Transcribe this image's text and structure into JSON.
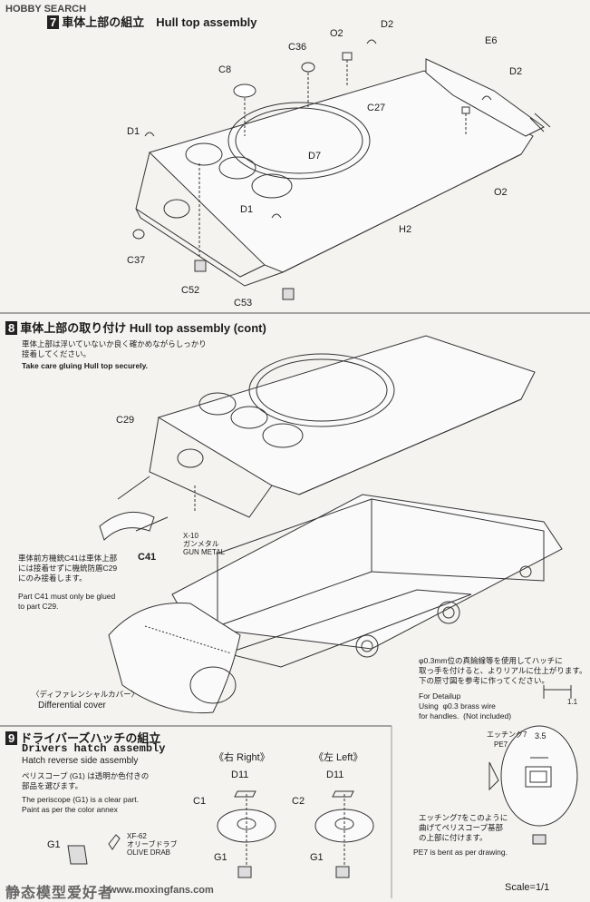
{
  "header": {
    "brand": "HOBBY SEARCH"
  },
  "step7": {
    "number": "7",
    "title": "車体上部の組立　Hull top assembly",
    "parts": {
      "C36": "C36",
      "O2a": "O2",
      "D2a": "D2",
      "E6": "E6",
      "C8": "C8",
      "D2b": "D2",
      "C27": "C27",
      "D1a": "D1",
      "D7": "D7",
      "O2b": "O2",
      "D1b": "D1",
      "H2": "H2",
      "C37": "C37",
      "C52": "C52",
      "C53": "C53"
    }
  },
  "step8": {
    "number": "8",
    "title": "車体上部の取り付け  Hull top assembly (cont)",
    "note_jp": "車体上部は浮いていないか良く確かめながらしっかり\n接着してください。",
    "note_en": "Take care gluing Hull top securely.",
    "c29": "C29",
    "c41": "C41",
    "paint_code": "X-10",
    "paint_jp": "ガンメタル",
    "paint_en": "GUN METAL",
    "c41_note_jp": "車体前方機銃C41は車体上部\nには接着せずに機銃防盾C29\nにのみ接着します。",
    "c41_note_en": "Part C41 must only be glued\nto part C29.",
    "diff_jp": "〈ディファレンシャルカバー〉",
    "diff_en": "Differential cover",
    "wire_note_jp": "φ0.3mm位の真鍮線等を使用してハッチに\n取っ手を付けると、よりリアルに仕上がります。\n下の原寸図を参考に作ってください。",
    "wire_note_en": "For Detailup\nUsing  φ0.3 brass wire\nfor handles.  (Not included)",
    "dim_11": "1.1"
  },
  "step9": {
    "number": "9",
    "title_jp": "ドライバーズハッチの組立",
    "title_en": "Drivers hatch assembly",
    "subtitle": "Hatch reverse side assembly",
    "periscope_jp": "ペリスコープ (G1) は透明か色付きの\n部品を選びます。",
    "periscope_en": "The periscope (G1) is a clear part.\nPaint as per the color annex",
    "right_label": "《右 Right》",
    "left_label": "《左 Left》",
    "d11a": "D11",
    "d11b": "D11",
    "c1": "C1",
    "c2": "C2",
    "g1a": "G1",
    "g1b": "G1",
    "g1c": "G1",
    "paint_code": "XF-62",
    "paint_jp": "オリーブドラブ",
    "paint_en": "OLIVE DRAB",
    "pe7_jp": "エッチング7",
    "pe7": "PE7",
    "dim_35": "3.5",
    "pe7_note_jp": "エッチング7をこのように\n曲げてペリスコープ基部\nの上部に付けます。",
    "pe7_note_en": "PE7 is bent as per drawing.",
    "scale": "Scale=1/1"
  },
  "watermark": {
    "cn": "静态模型爱好者",
    "url": "www.moxingfans.com"
  }
}
